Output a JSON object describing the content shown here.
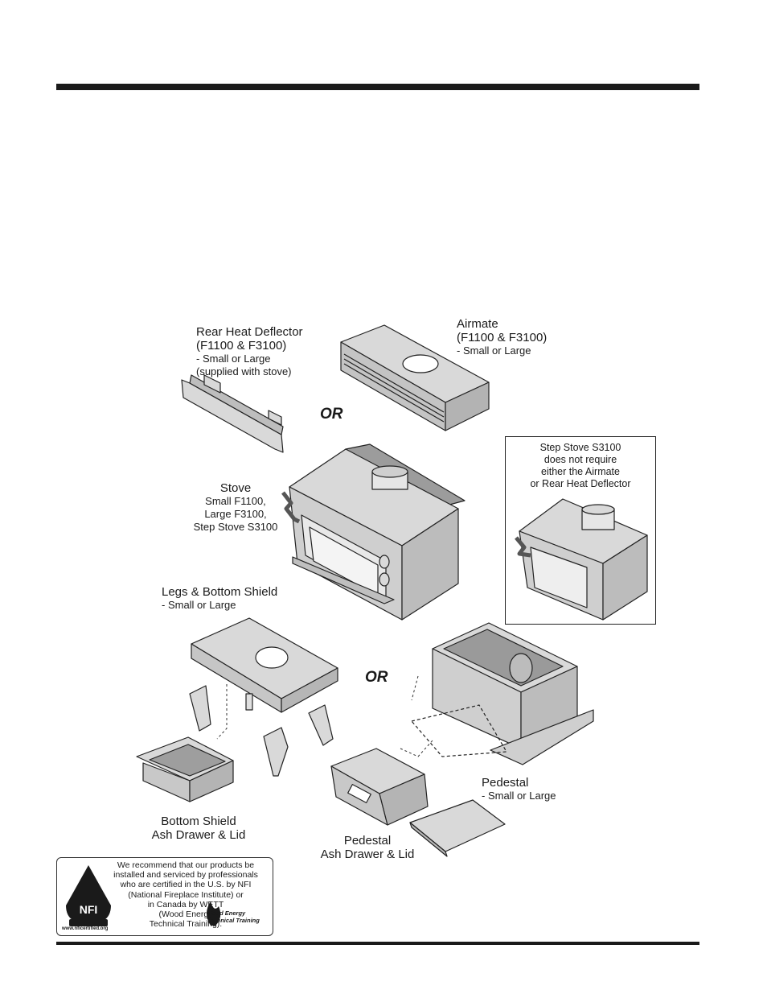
{
  "labels": {
    "rear_heat_deflector": {
      "title": "Rear Heat Deflector",
      "models": "(F1100 & F3100)",
      "sizes": "- Small or Large",
      "note": "(supplied with stove)"
    },
    "airmate": {
      "title": "Airmate",
      "models": "(F1100 & F3100)",
      "sizes": "- Small or Large"
    },
    "or_top": "OR",
    "or_bottom": "OR",
    "stove": {
      "title": "Stove",
      "line1": "Small F1100,",
      "line2": "Large F3100,",
      "line3": "Step Stove S3100"
    },
    "legs_bottom_shield": {
      "title": "Legs & Bottom Shield",
      "sizes": "- Small or Large"
    },
    "pedestal": {
      "title": "Pedestal",
      "sizes": "- Small or Large"
    },
    "bottom_shield_drawer": {
      "line1": "Bottom Shield",
      "line2": "Ash Drawer & Lid"
    },
    "pedestal_drawer": {
      "line1": "Pedestal",
      "line2": "Ash Drawer & Lid"
    }
  },
  "step_stove_note": {
    "line1": "Step Stove S3100",
    "line2": "does not require",
    "line3": "either the Airmate",
    "line4": "or Rear Heat Deflector"
  },
  "nfi_notice": {
    "line1": "We recommend that our products be",
    "line2": "installed and serviced by professionals",
    "line3": "who are certified in the U.S. by NFI",
    "line4": "(National Fireplace Institute) or",
    "line5": "in Canada by WETT",
    "line6": "(Wood Energy",
    "line7": "Technical Training).",
    "url": "www.nficertified.org",
    "wett_logo_text": "Wood Energy Technical Training"
  },
  "colors": {
    "part_fill": "#d9d9d9",
    "part_dark": "#a8a8a8",
    "outline": "#222222",
    "rule": "#1a1a1a"
  }
}
